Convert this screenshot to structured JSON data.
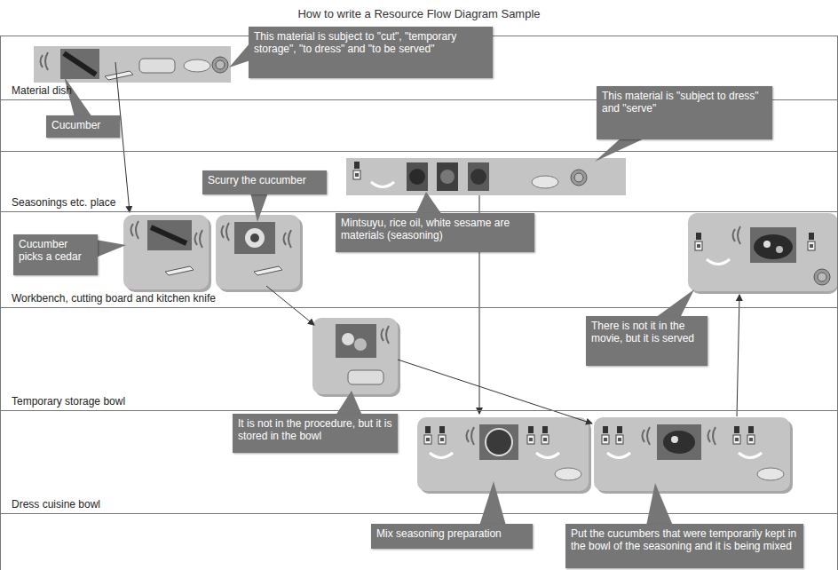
{
  "diagram": {
    "title": "How to write a Resource Flow Diagram Sample",
    "nodes": [
      {
        "text": [
          "This material is subject to \"cut\", \"temporary storage\", \"to dress\" and \"to be served\""
        ]
      },
      {
        "text": [
          "Material dish"
        ]
      },
      {
        "text": [
          "Cucumber"
        ]
      },
      {
        "text": [
          "This material is \"subject to dress\" and \"serve\""
        ]
      },
      {
        "text": [
          "Scurry the cucumber"
        ]
      },
      {
        "text": [
          "Seasonings etc. place"
        ]
      },
      {
        "text": [
          "Cucumber picks a cedar"
        ]
      },
      {
        "text": [
          "Mintsuyu, rice oil, white sesame are materials (seasoning)"
        ]
      },
      {
        "text": [
          "Workbench, cutting board and kitchen knife"
        ]
      },
      {
        "text": [
          "There is not it in the movie, but it is served"
        ]
      },
      {
        "text": [
          "Temporary storage bowl"
        ]
      },
      {
        "text": [
          "It is not in the procedure, but it is stored in the bowl"
        ]
      },
      {
        "text": [
          "Dress cuisine bowl"
        ]
      },
      {
        "text": [
          "Mix seasoning preparation"
        ]
      },
      {
        "text": [
          "Put the cucumbers that were temporarily kept in the bowl of the seasoning and it is being mixed"
        ]
      }
    ]
  }
}
